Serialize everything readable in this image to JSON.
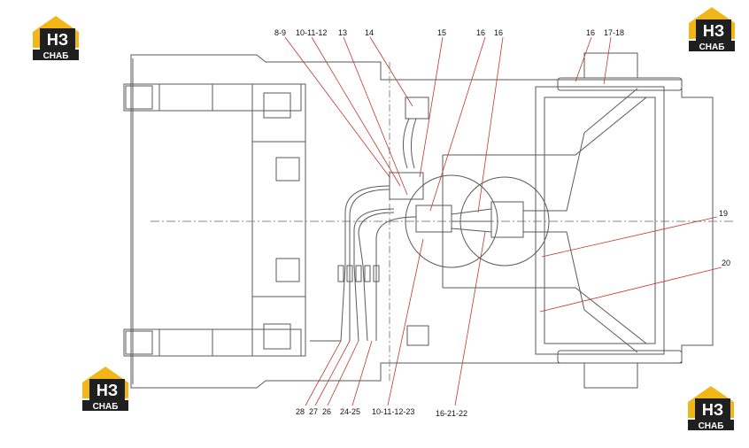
{
  "logo": {
    "mark": "НЗ",
    "brand": "СНАБ",
    "yellow": "#f2b619",
    "dark": "#1f1f1f"
  },
  "diagram": {
    "line_color": "#5a5a5a",
    "leader_color": "#c0392b",
    "callouts": {
      "c1": "8-9",
      "c2": "10-11-12",
      "c3": "13",
      "c4": "14",
      "c5": "15",
      "c6": "16",
      "c7": "16",
      "c8": "16",
      "c9": "17-18",
      "c10": "19",
      "c11": "20",
      "c12": "28",
      "c13": "27",
      "c14": "26",
      "c15": "24-25",
      "c16": "10-11-12-23",
      "c17": "16-21-22"
    }
  }
}
